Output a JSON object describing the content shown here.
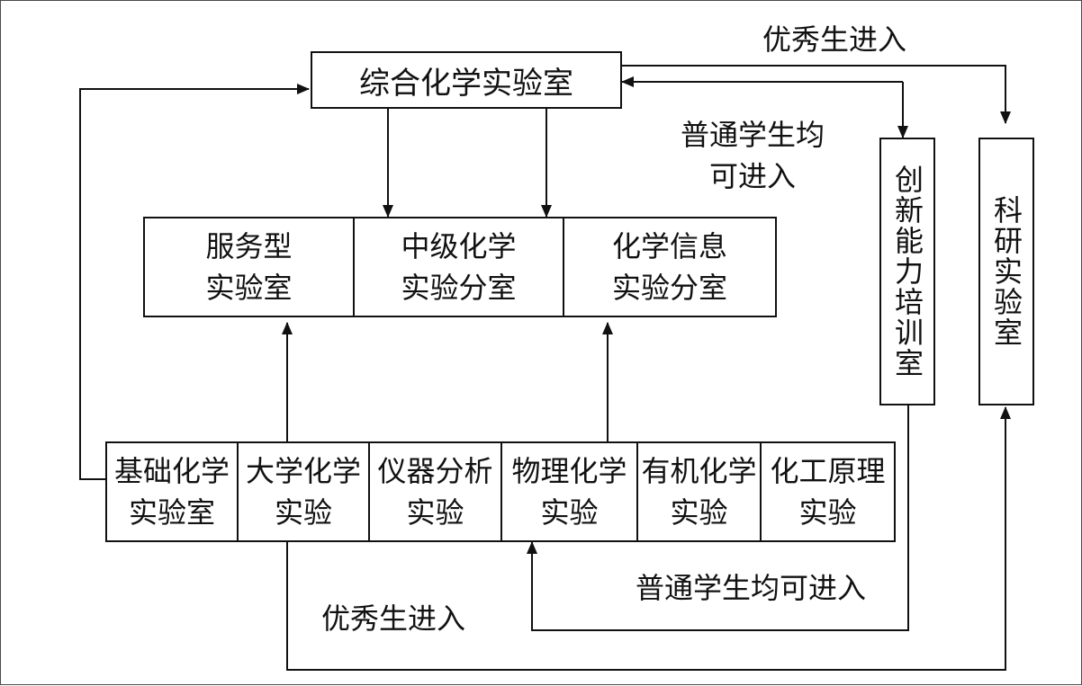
{
  "top_lab": "综合化学实验室",
  "middle_labs": [
    "服务型\n实验室",
    "中级化学\n实验分室",
    "化学信息\n实验分室"
  ],
  "innovation_room": "创新能力培训室",
  "research_lab": "科研实验室",
  "basic_courses": [
    "基础化学\n实验室",
    "大学化学\n实验",
    "仪器分析\n实验",
    "物理化学\n实验",
    "有机化学\n实验",
    "化工原理\n实验"
  ],
  "labels": {
    "excellent_top": "优秀生进入",
    "all_students_top": "普通学生均\n可进入",
    "all_students_bottom": "普通学生均可进入",
    "excellent_bottom": "优秀生进入"
  },
  "colors": {
    "line": "#111111",
    "frame": "#4a4a4a",
    "background": "#ffffff"
  }
}
